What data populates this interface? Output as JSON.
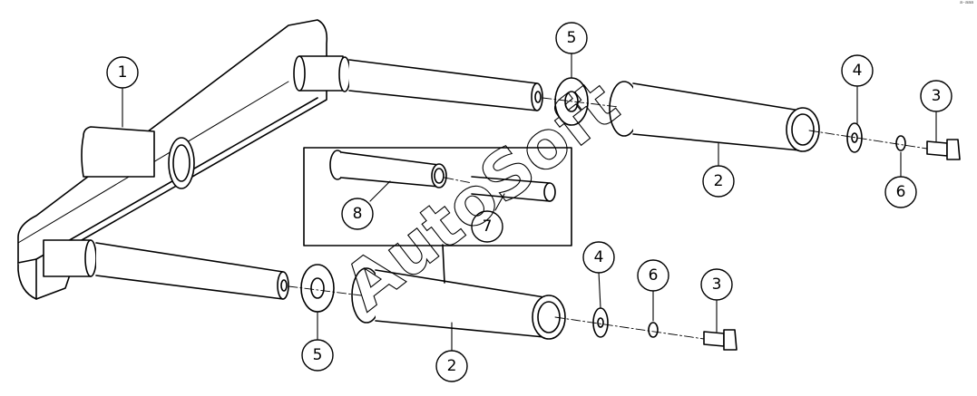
{
  "diagram": {
    "watermark": "AutoSoft",
    "corner_mark": "a-aaa",
    "callouts": [
      {
        "id": "c1",
        "label": "1"
      },
      {
        "id": "c5a",
        "label": "5"
      },
      {
        "id": "c4a",
        "label": "4"
      },
      {
        "id": "c3a",
        "label": "3"
      },
      {
        "id": "c2a",
        "label": "2"
      },
      {
        "id": "c6a",
        "label": "6"
      },
      {
        "id": "c8",
        "label": "8"
      },
      {
        "id": "c7",
        "label": "7"
      },
      {
        "id": "c4b",
        "label": "4"
      },
      {
        "id": "c6b",
        "label": "6"
      },
      {
        "id": "c3b",
        "label": "3"
      },
      {
        "id": "c5b",
        "label": "5"
      },
      {
        "id": "c2b",
        "label": "2"
      }
    ]
  }
}
